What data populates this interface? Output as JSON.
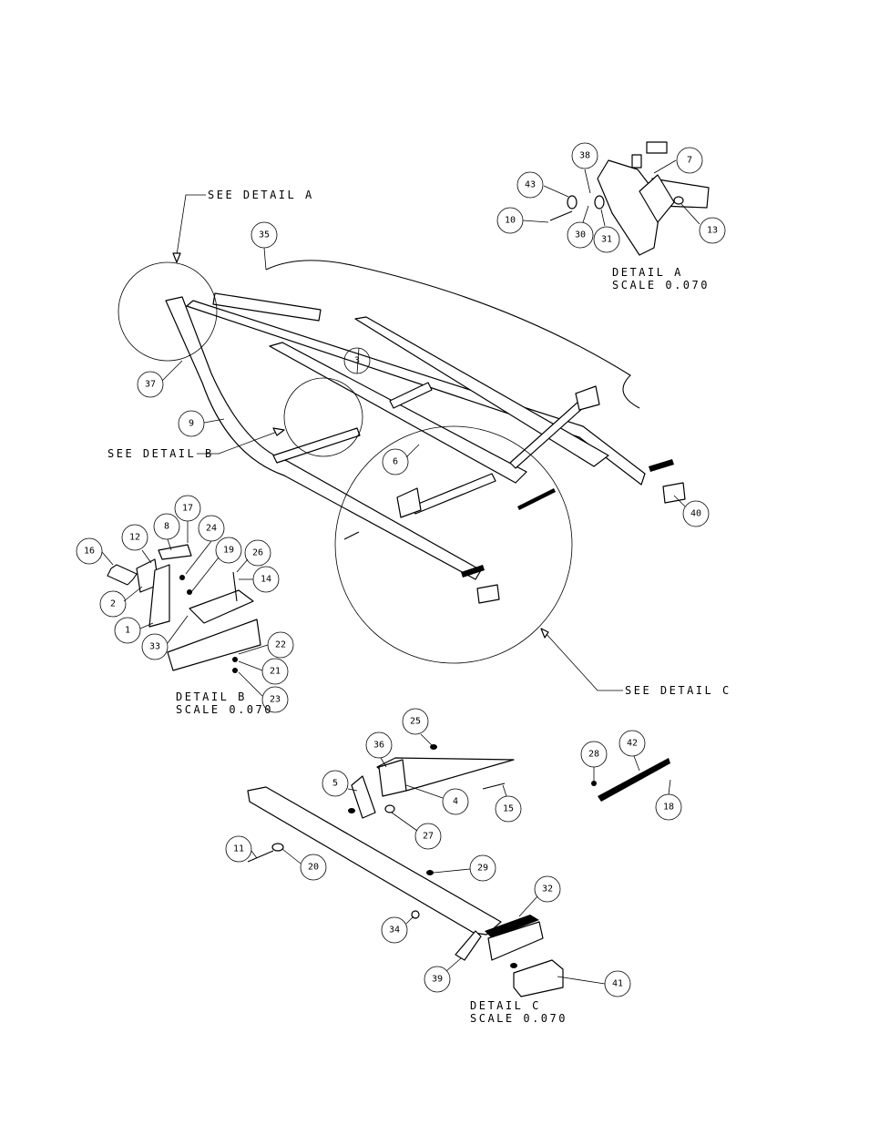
{
  "labels": {
    "see_detail_a": "SEE DETAIL  A",
    "see_detail_b": "SEE DETAIL  B",
    "see_detail_c": "SEE DETAIL  C",
    "detail_a": "DETAIL  A",
    "scale_a": "SCALE  0.070",
    "detail_b": "DETAIL  B",
    "scale_b": "SCALE  0.070",
    "detail_c": "DETAIL  C",
    "scale_c": "SCALE  0.070"
  },
  "callouts": {
    "c1": "1",
    "c2": "2",
    "c3": "3",
    "c4": "4",
    "c5": "5",
    "c6": "6",
    "c7": "7",
    "c8": "8",
    "c9": "9",
    "c10": "10",
    "c11": "11",
    "c12": "12",
    "c13": "13",
    "c14": "14",
    "c15": "15",
    "c16": "16",
    "c17": "17",
    "c18": "18",
    "c19": "19",
    "c20": "20",
    "c21": "21",
    "c22": "22",
    "c23": "23",
    "c24": "24",
    "c25": "25",
    "c26": "26",
    "c27": "27",
    "c28": "28",
    "c29": "29",
    "c30": "30",
    "c31": "31",
    "c32": "32",
    "c33": "33",
    "c34": "34",
    "c35": "35",
    "c36": "36",
    "c37": "37",
    "c38": "38",
    "c39": "39",
    "c40": "40",
    "c41": "41",
    "c42": "42",
    "c43": "43"
  }
}
